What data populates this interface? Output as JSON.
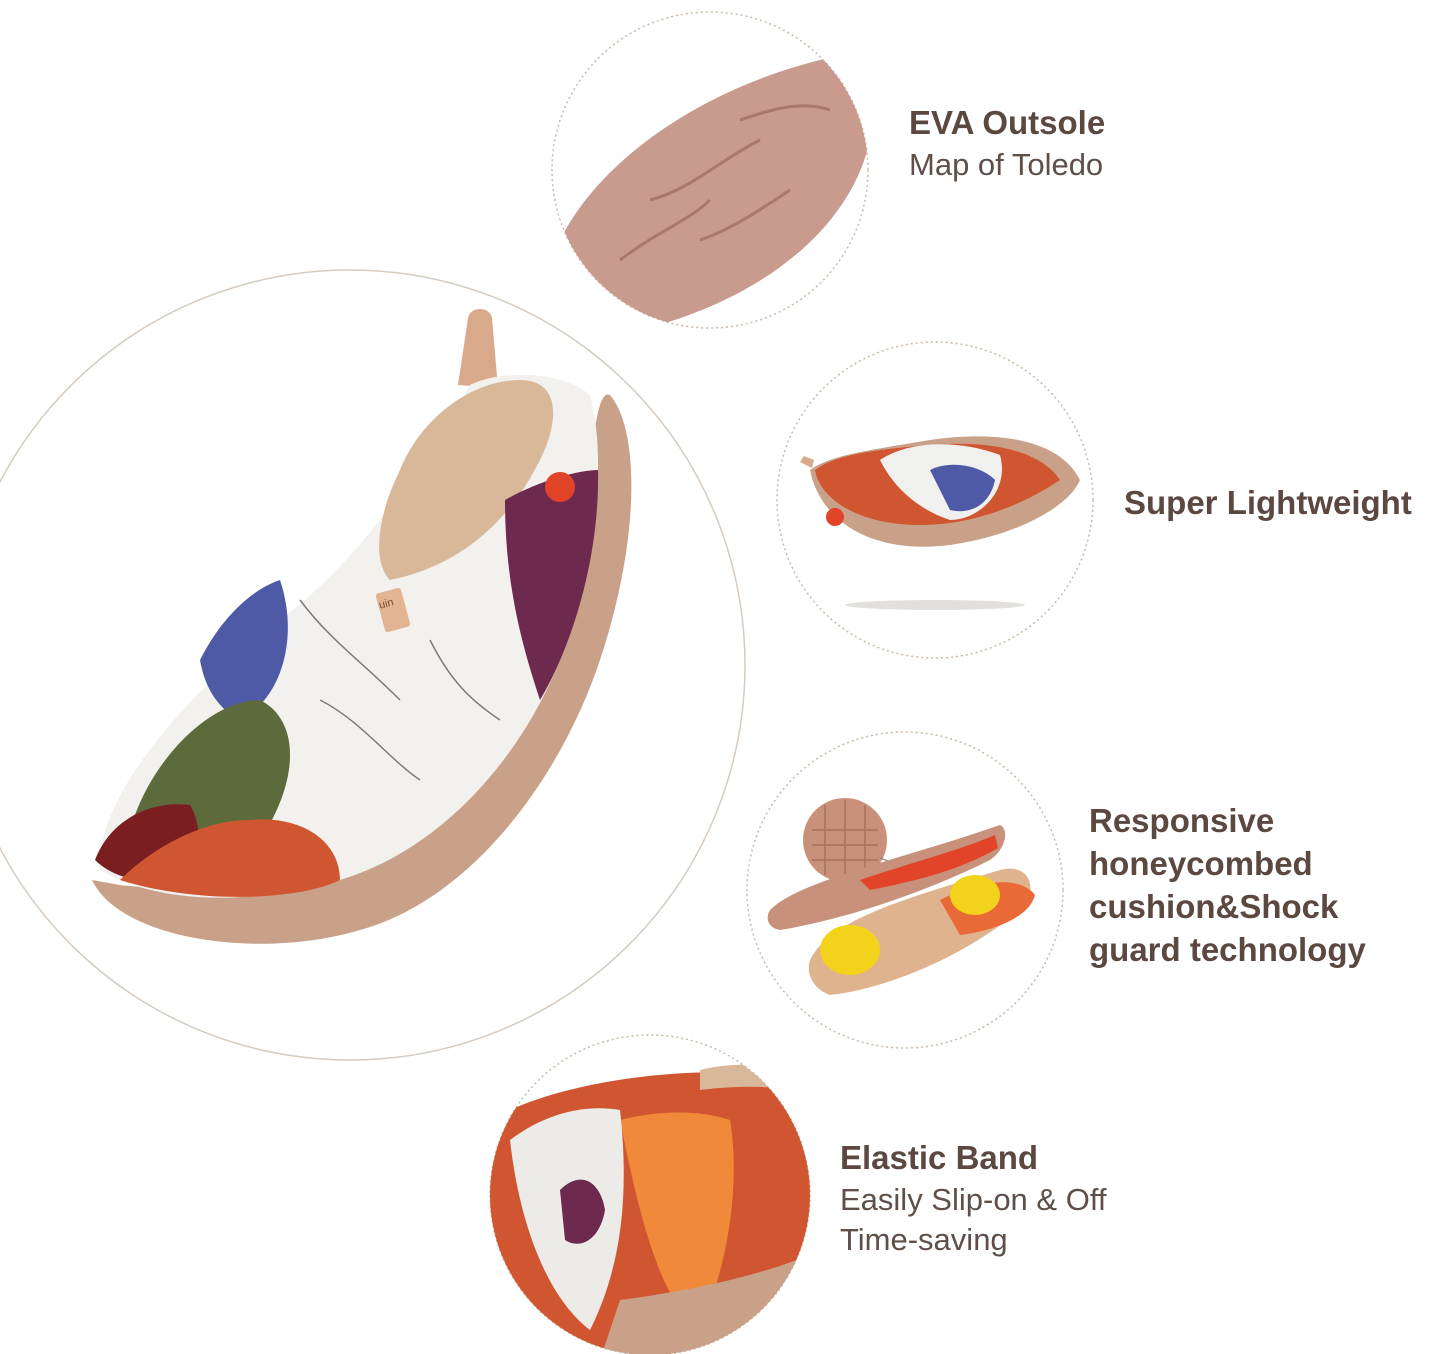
{
  "colors": {
    "text": "#5b4840",
    "circle_outline": "#c9b9a6",
    "sole": "#c9a189",
    "orange": "#cf5630",
    "insole_yellow": "#f2d21b"
  },
  "features": [
    {
      "title": "EVA Outsole",
      "lines": [
        "Map of Toledo"
      ]
    },
    {
      "title": "Super Lightweight",
      "lines": []
    },
    {
      "title": "Responsive",
      "lines": [
        "honeycombed",
        "cushion&Shock",
        "guard technology"
      ]
    },
    {
      "title": "Elastic Band",
      "lines": [
        "Easily Slip-on & Off",
        "Time-saving"
      ]
    }
  ],
  "brand_tag": "uin"
}
